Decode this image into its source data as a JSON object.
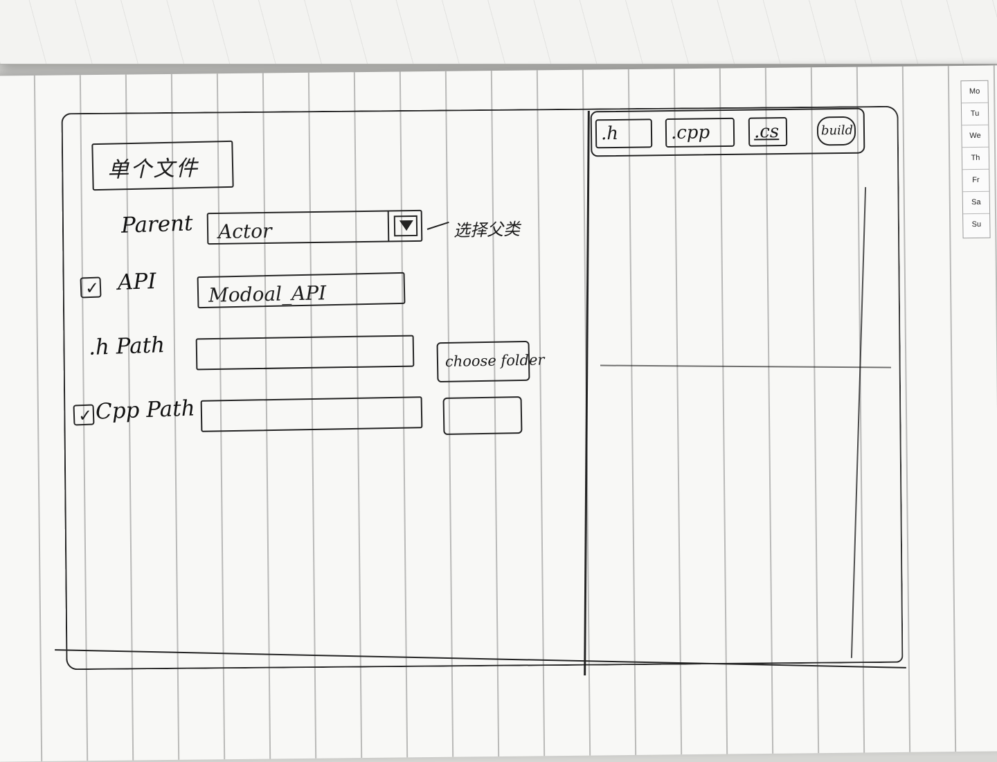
{
  "calendar": {
    "days": [
      "Mo",
      "Tu",
      "We",
      "Th",
      "Fr",
      "Sa",
      "Su"
    ]
  },
  "window": {
    "title": "单个文件"
  },
  "form": {
    "parent": {
      "label": "Parent",
      "value": "Actor",
      "note": "选择父类"
    },
    "api": {
      "label": "API",
      "value": "Modoal_API"
    },
    "h_path": {
      "label": ".h Path",
      "button_label": "choose folder"
    },
    "cpp_path": {
      "label": "Cpp Path"
    }
  },
  "tabs": [
    {
      "label": ".h"
    },
    {
      "label": ".cpp"
    },
    {
      "label": ".cs"
    },
    {
      "label": "build"
    }
  ]
}
